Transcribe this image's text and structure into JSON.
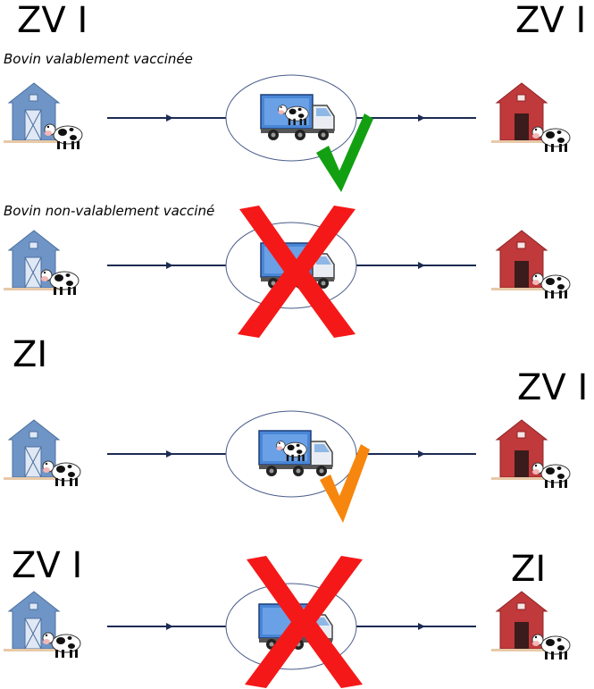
{
  "scenarios": [
    {
      "origin_zone": "ZV I",
      "destination_zone": "ZV I",
      "caption": "Bovin valablement vaccinée",
      "truck_with_cow": true,
      "verdict": "allowed",
      "verdict_color": "#12a012"
    },
    {
      "origin_zone": "",
      "destination_zone": "",
      "caption": "Bovin non-valablement vacciné",
      "truck_with_cow": false,
      "verdict": "forbidden",
      "verdict_color": "#f51818"
    },
    {
      "origin_zone": "ZI",
      "destination_zone": "ZV I",
      "caption": "",
      "truck_with_cow": true,
      "verdict": "conditional",
      "verdict_color": "#f7860f"
    },
    {
      "origin_zone": "ZV I",
      "destination_zone": "ZI",
      "caption": "",
      "truck_with_cow": false,
      "verdict": "forbidden",
      "verdict_color": "#f51818"
    }
  ],
  "colors": {
    "arrow": "#1c2b52",
    "origin_barn": "#6f95c7",
    "destination_barn": "#c0393b",
    "truck": "#4a86d6"
  },
  "icons": [
    "barn-icon",
    "cow-icon",
    "truck-icon",
    "check-icon",
    "cross-icon"
  ]
}
